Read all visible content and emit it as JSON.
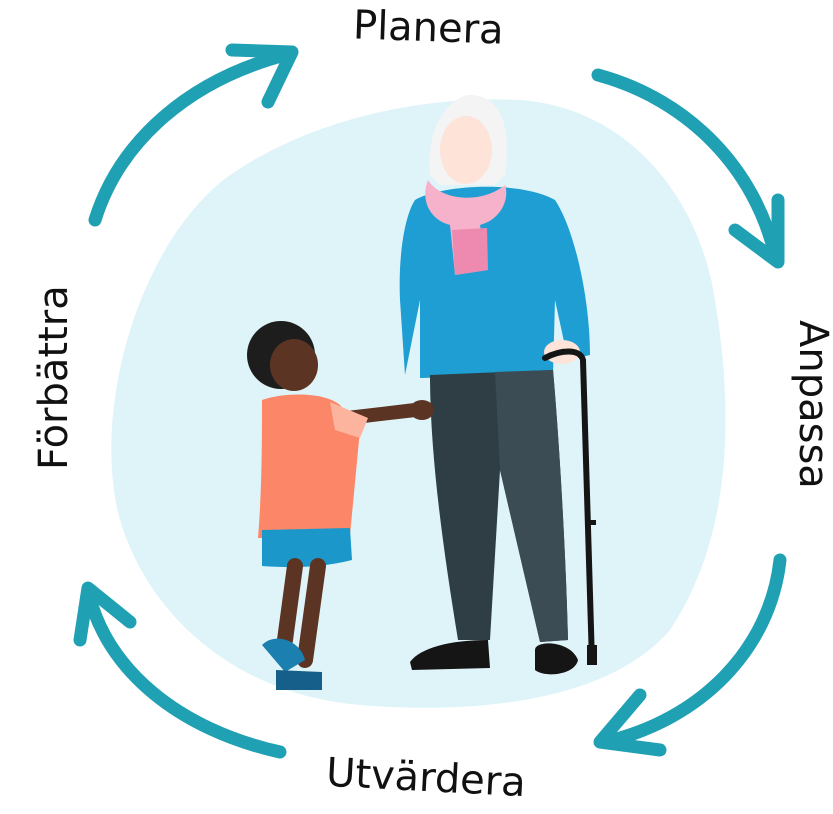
{
  "cycle": {
    "steps": [
      "Planera",
      "Anpassa",
      "Utvärdera",
      "Förbättra"
    ]
  },
  "colors": {
    "arrow": "#1fa0b3",
    "blob": "#dff4f8",
    "sweater": "#1e9ed3",
    "scarf": "#f6b1cb",
    "pants": "#2f3e45",
    "dress": "#fb8768",
    "skirt": "#1b98c9",
    "skin_dark": "#5b3424",
    "hair_white": "#f4f4f4"
  }
}
